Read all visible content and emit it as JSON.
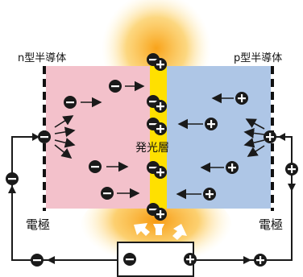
{
  "labels": {
    "n_type": "n型半導体",
    "p_type": "p型半導体",
    "emission_layer": "発光層",
    "electrode_left": "電極",
    "electrode_right": "電極"
  },
  "symbols": {
    "electron": "−",
    "hole": "+"
  },
  "colors": {
    "n_region": "#f3c1cb",
    "p_region": "#aec6e6",
    "emission_layer": "#ffe000",
    "glow": "#f7a21b",
    "carrier": "#1a1a1a",
    "wire": "#1a1a1a"
  },
  "icons": {
    "battery": "battery-icon",
    "light_rays": "light-emission-icon"
  }
}
